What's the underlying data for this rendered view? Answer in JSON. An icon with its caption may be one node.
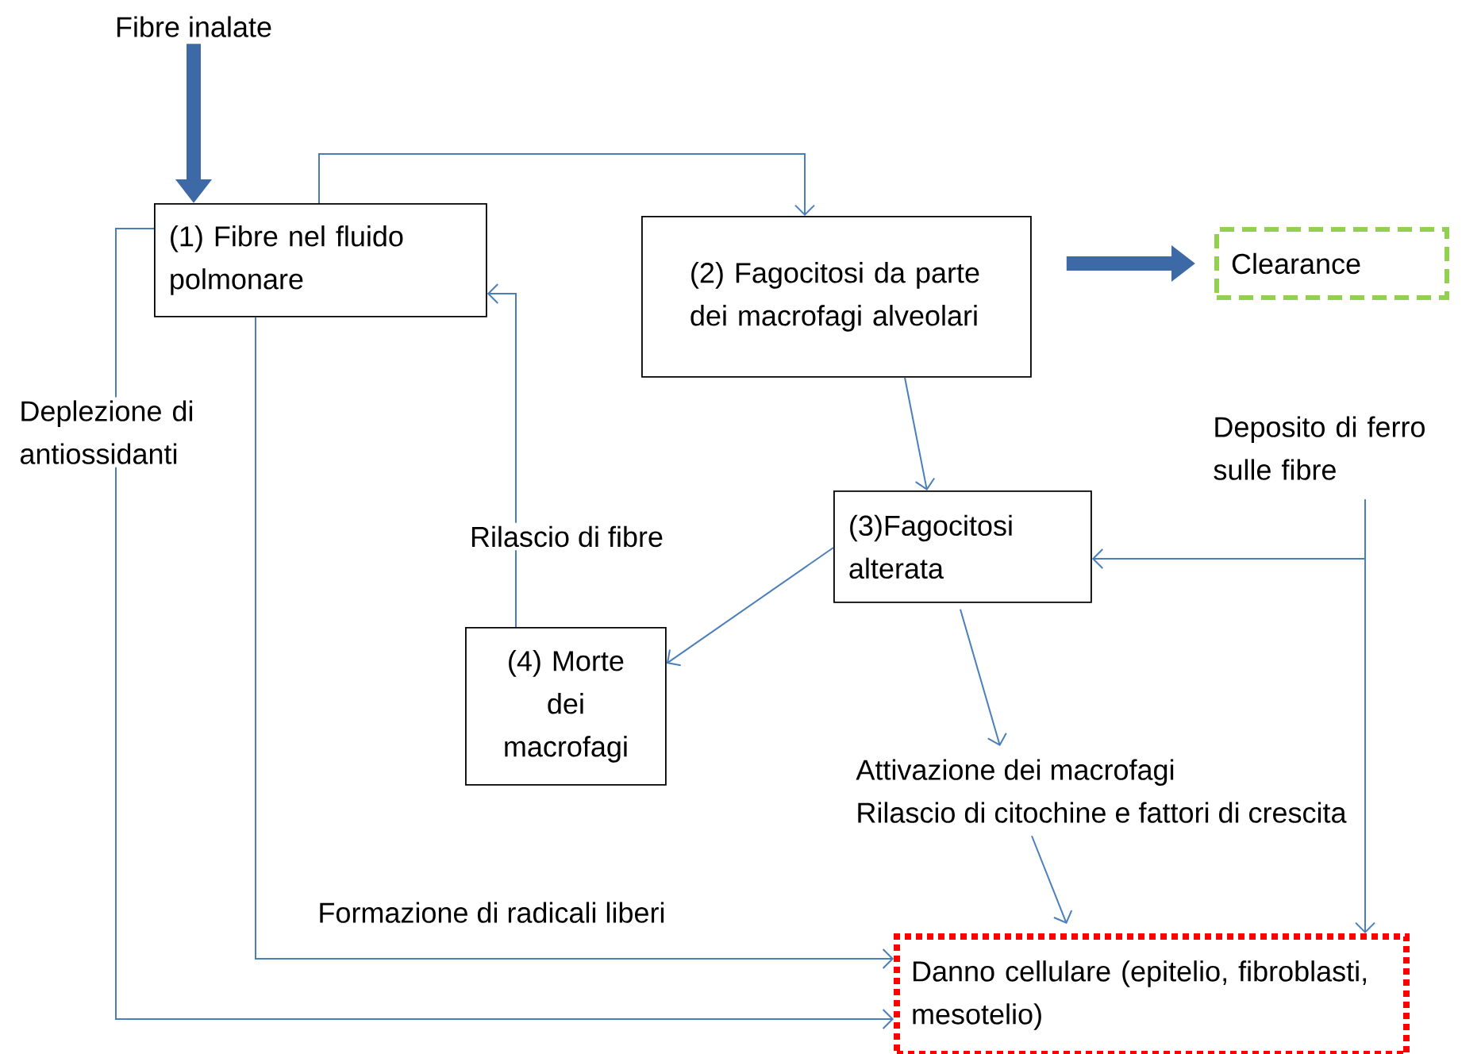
{
  "diagram": {
    "nodes": [
      {
        "text": [
          "Fibre inalate"
        ]
      },
      {
        "text": [
          "(1) Fibre nel fluido polmonare"
        ]
      },
      {
        "text": [
          "(2) Fagocitosi da parte dei macrofagi alveolari"
        ]
      },
      {
        "text": [
          "Clearance"
        ]
      },
      {
        "text": [
          "Deposito di ferro sulle fibre"
        ]
      },
      {
        "text": [
          "(3)Fagocitosi alterata"
        ]
      },
      {
        "text": [
          "(4) Morte dei macrofagi"
        ]
      },
      {
        "text": [
          "Attivazione dei macrofagi",
          "Rilascio di citochine e fattori di crescita"
        ]
      },
      {
        "text": [
          "Danno cellulare (epitelio, fibroblasti, mesotelio)"
        ]
      }
    ],
    "edges": [
      {
        "from": 0,
        "to": 1,
        "arrow": "to",
        "style": "thick"
      },
      {
        "from": 1,
        "to": 2,
        "arrow": "to"
      },
      {
        "from": 2,
        "to": 3,
        "arrow": "to",
        "style": "thick"
      },
      {
        "from": 2,
        "to": 5,
        "arrow": "to"
      },
      {
        "from": 5,
        "to": 6,
        "arrow": "to"
      },
      {
        "from": 6,
        "to": 1,
        "arrow": "to",
        "label": "Rilascio di fibre"
      },
      {
        "from": 1,
        "to": 8,
        "arrow": "to",
        "label": "Deplezione di antiossidanti"
      },
      {
        "from": 1,
        "to": 8,
        "arrow": "to",
        "label": "Formazione di radicali liberi"
      },
      {
        "from": 4,
        "to": 5,
        "arrow": "to"
      },
      {
        "from": 4,
        "to": 8,
        "arrow": "to"
      },
      {
        "from": 5,
        "to": 7,
        "arrow": "to"
      },
      {
        "from": 7,
        "to": 8,
        "arrow": "to"
      }
    ]
  }
}
